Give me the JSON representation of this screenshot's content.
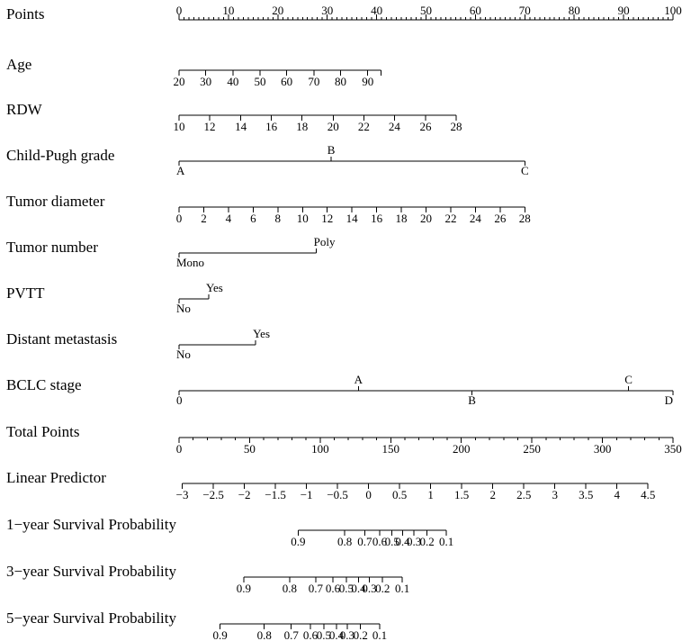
{
  "chart_data": {
    "type": "nomogram",
    "rows": [
      {
        "name": "Points",
        "ticks": [
          {
            "v": 0,
            "label": "0"
          },
          {
            "v": 10,
            "label": "10"
          },
          {
            "v": 20,
            "label": "20"
          },
          {
            "v": 30,
            "label": "30"
          },
          {
            "v": 40,
            "label": "40"
          },
          {
            "v": 50,
            "label": "50"
          },
          {
            "v": 60,
            "label": "60"
          },
          {
            "v": 70,
            "label": "70"
          },
          {
            "v": 80,
            "label": "80"
          },
          {
            "v": 90,
            "label": "90"
          },
          {
            "v": 100,
            "label": "100"
          }
        ],
        "scale": "points"
      },
      {
        "name": "Age",
        "ticks": [
          {
            "v": 20,
            "p": 0,
            "label": "20"
          },
          {
            "v": 30,
            "p": 5.4,
            "label": "30"
          },
          {
            "v": 40,
            "p": 10.9,
            "label": "40"
          },
          {
            "v": 50,
            "p": 16.4,
            "label": "50"
          },
          {
            "v": 60,
            "p": 21.8,
            "label": "60"
          },
          {
            "v": 70,
            "p": 27.3,
            "label": "70"
          },
          {
            "v": 80,
            "p": 32.7,
            "label": "80"
          },
          {
            "v": 90,
            "p": 38.2,
            "label": "90"
          },
          {
            "v": 100,
            "p": 40.9,
            "label": ""
          }
        ],
        "scale": "points"
      },
      {
        "name": "RDW",
        "ticks": [
          {
            "v": 10,
            "p": 0,
            "label": "10"
          },
          {
            "v": 12,
            "p": 6.2,
            "label": "12"
          },
          {
            "v": 14,
            "p": 12.5,
            "label": "14"
          },
          {
            "v": 16,
            "p": 18.7,
            "label": "16"
          },
          {
            "v": 18,
            "p": 24.9,
            "label": "18"
          },
          {
            "v": 20,
            "p": 31.2,
            "label": "20"
          },
          {
            "v": 22,
            "p": 37.4,
            "label": "22"
          },
          {
            "v": 24,
            "p": 43.6,
            "label": "24"
          },
          {
            "v": 26,
            "p": 49.9,
            "label": "26"
          },
          {
            "v": 28,
            "p": 56.1,
            "label": "28"
          }
        ],
        "scale": "points"
      },
      {
        "name": "Child-Pugh grade",
        "ticks": [
          {
            "v": "A",
            "p": 0,
            "label": "A",
            "side": "below"
          },
          {
            "v": "B",
            "p": 30.8,
            "label": "B",
            "side": "above"
          },
          {
            "v": "C",
            "p": 70.0,
            "label": "C",
            "side": "below"
          }
        ],
        "scale": "points"
      },
      {
        "name": "Tumor diameter",
        "ticks": [
          {
            "v": 0,
            "p": 0,
            "label": "0"
          },
          {
            "v": 2,
            "p": 5.0,
            "label": "2"
          },
          {
            "v": 4,
            "p": 10.0,
            "label": "4"
          },
          {
            "v": 6,
            "p": 15.0,
            "label": "6"
          },
          {
            "v": 8,
            "p": 20.0,
            "label": "8"
          },
          {
            "v": 10,
            "p": 25.0,
            "label": "10"
          },
          {
            "v": 12,
            "p": 30.0,
            "label": "12"
          },
          {
            "v": 14,
            "p": 35.0,
            "label": "14"
          },
          {
            "v": 16,
            "p": 40.0,
            "label": "16"
          },
          {
            "v": 18,
            "p": 45.0,
            "label": "18"
          },
          {
            "v": 20,
            "p": 50.0,
            "label": "20"
          },
          {
            "v": 22,
            "p": 55.0,
            "label": "22"
          },
          {
            "v": 24,
            "p": 60.0,
            "label": "24"
          },
          {
            "v": 26,
            "p": 65.0,
            "label": "26"
          },
          {
            "v": 28,
            "p": 70.0,
            "label": "28"
          }
        ],
        "scale": "points"
      },
      {
        "name": "Tumor number",
        "ticks": [
          {
            "v": "Mono",
            "p": 0,
            "label": "Mono",
            "side": "below"
          },
          {
            "v": "Poly",
            "p": 27.8,
            "label": "Poly",
            "side": "above"
          }
        ],
        "scale": "points"
      },
      {
        "name": "PVTT",
        "ticks": [
          {
            "v": "No",
            "p": 0,
            "label": "No",
            "side": "below"
          },
          {
            "v": "Yes",
            "p": 6.0,
            "label": "Yes",
            "side": "above"
          }
        ],
        "scale": "points"
      },
      {
        "name": "Distant metastasis",
        "ticks": [
          {
            "v": "No",
            "p": 0,
            "label": "No",
            "side": "below"
          },
          {
            "v": "Yes",
            "p": 15.5,
            "label": "Yes",
            "side": "above"
          }
        ],
        "scale": "points"
      },
      {
        "name": "BCLC stage",
        "ticks": [
          {
            "v": "0",
            "p": 0,
            "label": "0",
            "side": "below"
          },
          {
            "v": "A",
            "p": 36.3,
            "label": "A",
            "side": "above"
          },
          {
            "v": "B",
            "p": 59.3,
            "label": "B",
            "side": "below"
          },
          {
            "v": "C",
            "p": 91.0,
            "label": "C",
            "side": "above"
          },
          {
            "v": "D",
            "p": 100,
            "label": "D",
            "side": "below"
          }
        ],
        "scale": "points"
      },
      {
        "name": "Total Points",
        "ticks": [
          {
            "v": 0,
            "label": "0"
          },
          {
            "v": 50,
            "label": "50"
          },
          {
            "v": 100,
            "label": "100"
          },
          {
            "v": 150,
            "label": "150"
          },
          {
            "v": 200,
            "label": "200"
          },
          {
            "v": 250,
            "label": "250"
          },
          {
            "v": 300,
            "label": "300"
          },
          {
            "v": 350,
            "label": "350"
          }
        ],
        "minor_step": 10,
        "scale": "total"
      },
      {
        "name": "Linear Predictor",
        "ticks": [
          {
            "v": -3,
            "t": 2.3,
            "label": "−3"
          },
          {
            "v": -2.5,
            "t": 24.3,
            "label": "−2.5"
          },
          {
            "v": -2,
            "t": 46.3,
            "label": "−2"
          },
          {
            "v": -1.5,
            "t": 68.3,
            "label": "−1.5"
          },
          {
            "v": -1,
            "t": 90.3,
            "label": "−1"
          },
          {
            "v": -0.5,
            "t": 112.3,
            "label": "−0.5"
          },
          {
            "v": 0,
            "t": 134.3,
            "label": "0"
          },
          {
            "v": 0.5,
            "t": 156.3,
            "label": "0.5"
          },
          {
            "v": 1,
            "t": 178.3,
            "label": "1"
          },
          {
            "v": 1.5,
            "t": 200.3,
            "label": "1.5"
          },
          {
            "v": 2,
            "t": 222.3,
            "label": "2"
          },
          {
            "v": 2.5,
            "t": 244.3,
            "label": "2.5"
          },
          {
            "v": 3,
            "t": 266.3,
            "label": "3"
          },
          {
            "v": 3.5,
            "t": 288.3,
            "label": "3.5"
          },
          {
            "v": 4,
            "t": 310.3,
            "label": "4"
          },
          {
            "v": 4.5,
            "t": 332.3,
            "label": "4.5"
          }
        ],
        "scale": "total"
      },
      {
        "name": "1−year Survival Probability",
        "ticks": [
          {
            "v": 0.9,
            "t": 84.4,
            "label": "0.9"
          },
          {
            "v": 0.8,
            "t": 117.4,
            "label": "0.8"
          },
          {
            "v": 0.7,
            "t": 131.6,
            "label": "0.7"
          },
          {
            "v": 0.6,
            "t": 142.2,
            "label": "0.6"
          },
          {
            "v": 0.5,
            "t": 150.9,
            "label": "0.5"
          },
          {
            "v": 0.4,
            "t": 158.4,
            "label": "0.4"
          },
          {
            "v": 0.3,
            "t": 166.5,
            "label": "0.3"
          },
          {
            "v": 0.2,
            "t": 175.7,
            "label": "0.2"
          },
          {
            "v": 0.1,
            "t": 189.4,
            "label": "0.1"
          }
        ],
        "scale": "total"
      },
      {
        "name": "3−year Survival Probability",
        "ticks": [
          {
            "v": 0.9,
            "t": 45.8,
            "label": "0.9"
          },
          {
            "v": 0.8,
            "t": 78.3,
            "label": "0.8"
          },
          {
            "v": 0.7,
            "t": 96.8,
            "label": "0.7"
          },
          {
            "v": 0.6,
            "t": 109.0,
            "label": "0.6"
          },
          {
            "v": 0.5,
            "t": 118.5,
            "label": "0.5"
          },
          {
            "v": 0.4,
            "t": 127.2,
            "label": "0.4"
          },
          {
            "v": 0.3,
            "t": 134.8,
            "label": "0.3"
          },
          {
            "v": 0.2,
            "t": 144.2,
            "label": "0.2"
          },
          {
            "v": 0.1,
            "t": 158.2,
            "label": "0.1"
          }
        ],
        "scale": "total"
      },
      {
        "name": "5−year Survival Probability",
        "ticks": [
          {
            "v": 0.9,
            "t": 29.1,
            "label": "0.9"
          },
          {
            "v": 0.8,
            "t": 60.4,
            "label": "0.8"
          },
          {
            "v": 0.7,
            "t": 79.5,
            "label": "0.7"
          },
          {
            "v": 0.6,
            "t": 93.1,
            "label": "0.6"
          },
          {
            "v": 0.5,
            "t": 102.6,
            "label": "0.5"
          },
          {
            "v": 0.4,
            "t": 111.6,
            "label": "0.4"
          },
          {
            "v": 0.3,
            "t": 119.1,
            "label": "0.3"
          },
          {
            "v": 0.2,
            "t": 128.6,
            "label": "0.2"
          },
          {
            "v": 0.1,
            "t": 142.2,
            "label": "0.1"
          }
        ],
        "scale": "total"
      }
    ],
    "points_range": [
      0,
      100
    ],
    "total_points_range": [
      0,
      350
    ],
    "line_color": "#000000",
    "text_color": "#000000",
    "background": "#ffffff"
  }
}
